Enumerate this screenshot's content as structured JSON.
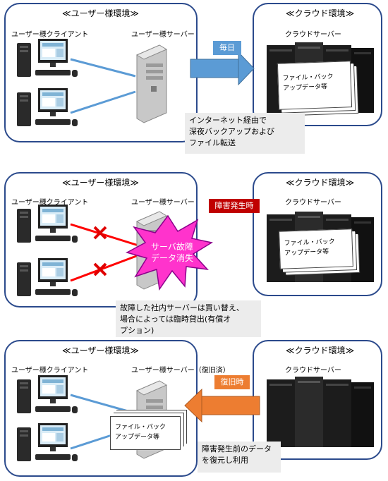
{
  "panel1": {
    "user_env_title": "≪ユーザー様環境≫",
    "client_label": "ユーザー様クライアント",
    "server_label": "ユーザー様サーバー",
    "cloud_env_title": "≪クラウド環境≫",
    "cloud_server_label": "クラウドサーバー",
    "arrow_label": "毎日",
    "doc_line1": "ファイル・バック",
    "doc_line2": "アップデータ等",
    "note_lines": [
      "インターネット経由で",
      "深夜バックアップおよび",
      "ファイル転送"
    ]
  },
  "panel2": {
    "user_env_title": "≪ユーザー様環境≫",
    "client_label": "ユーザー様クライアント",
    "server_label": "ユーザー様サーバー",
    "cloud_env_title": "≪クラウド環境≫",
    "cloud_server_label": "クラウドサーバー",
    "fault_tag": "障害発生時",
    "burst_line1": "サーバ故障",
    "burst_line2": "データ消失",
    "doc_line1": "ファイル・バック",
    "doc_line2": "アップデータ等",
    "note_lines": [
      "故障した社内サーバーは買い替え、",
      "場合によっては臨時貸出(有償オ",
      "プション)"
    ]
  },
  "panel3": {
    "user_env_title": "≪ユーザー様環境≫",
    "client_label": "ユーザー様クライアント",
    "server_label": "ユーザー様サーバー（復旧済）",
    "cloud_env_title": "≪クラウド環境≫",
    "cloud_server_label": "クラウドサーバー",
    "arrow_label": "復旧時",
    "doc_line1": "ファイル・バック",
    "doc_line2": "アップデータ等",
    "note_lines": [
      "障害発生前のデータ",
      "を復元し利用"
    ]
  },
  "colors": {
    "frame": "#2b4a8c",
    "link_line": "#5b9bd5",
    "blue_arrow": "#5b9bd5",
    "orange_arrow": "#ed7d31",
    "fault_red": "#c00000",
    "broken_line": "#ff0000",
    "burst_fill": "#ff33cc",
    "note_bg": "#ececec"
  }
}
